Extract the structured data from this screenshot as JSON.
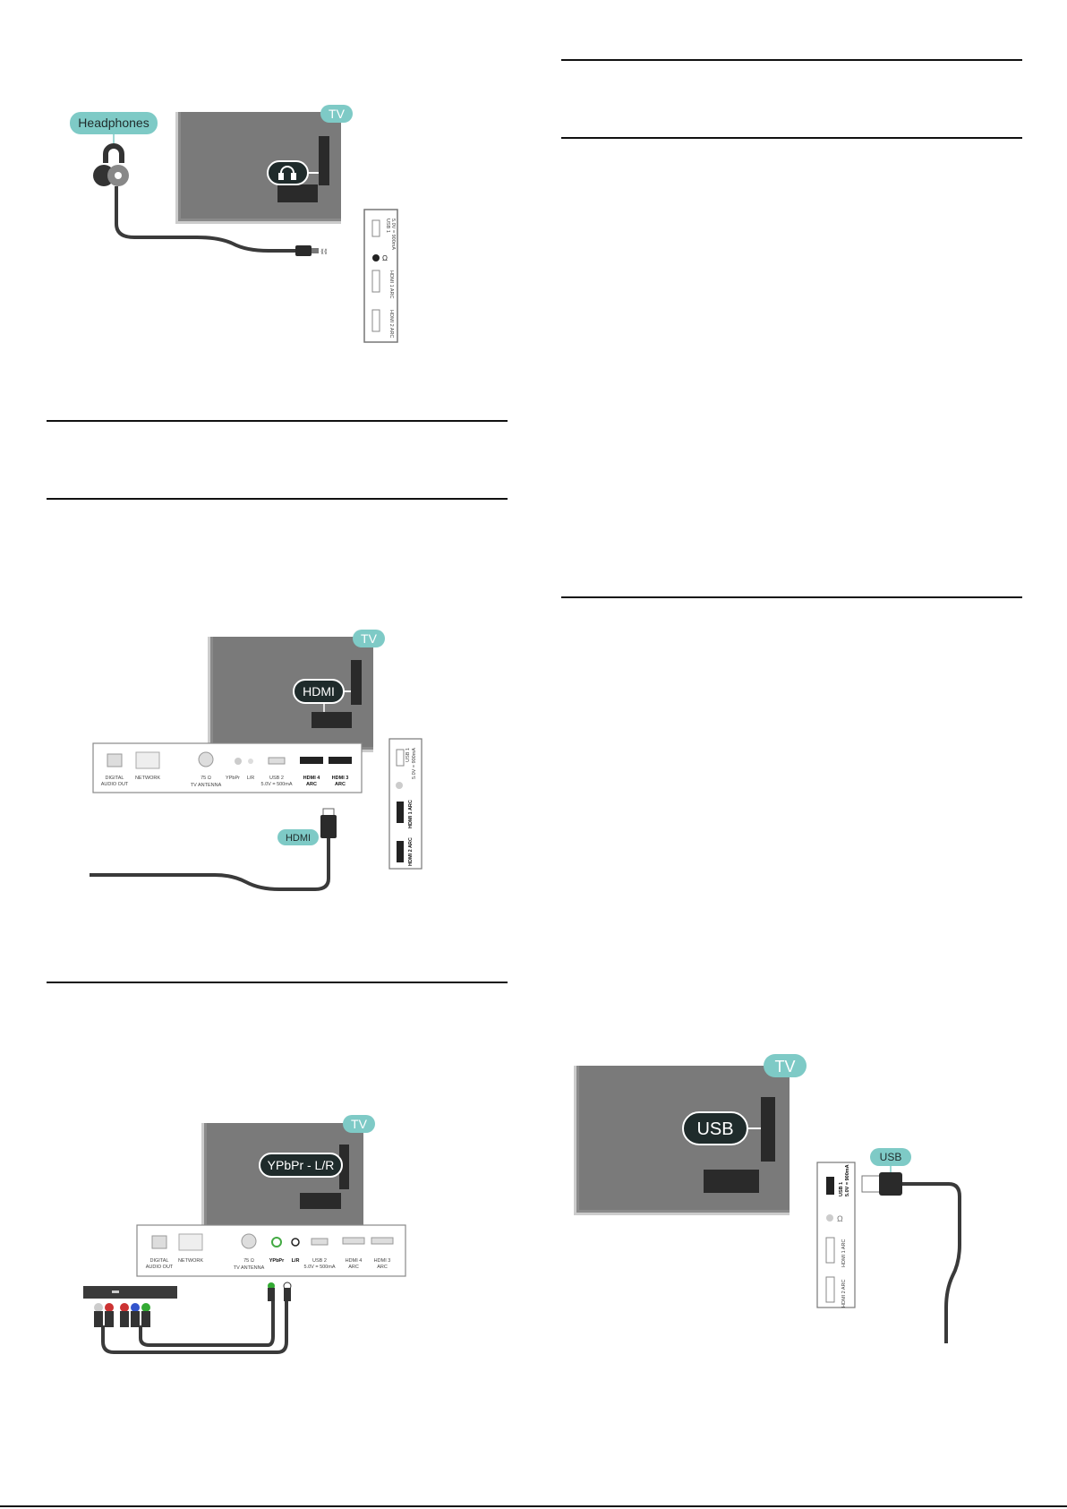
{
  "colors": {
    "tv_gray": "#7a7a7a",
    "label_teal": "#7ecac6",
    "dark_pill": "#1f2b2b",
    "cable": "#3a3a3a"
  },
  "figures": {
    "headphones": {
      "tv_badge": "TV",
      "cable_label": "Headphones",
      "side_ports": [
        "USB 1",
        "5.0V = 900mA",
        "HDMI 1 ARC",
        "HDMI 2 ARC"
      ]
    },
    "hdmi": {
      "tv_badge": "TV",
      "tv_port_label": "HDMI",
      "cable_label": "HDMI",
      "rear_ports": [
        "DIGITAL",
        "AUDIO OUT",
        "NETWORK",
        "75 Ω",
        "TV ANTENNA",
        "YPbPr",
        "L/R",
        "USB 2",
        "5.0V = 500mA",
        "HDMI 4",
        "ARC",
        "HDMI 3",
        "ARC"
      ],
      "side_ports": [
        "USB 1",
        "5.0V = 900mA",
        "HDMI 1 ARC",
        "HDMI 2 ARC"
      ]
    },
    "ypbpr": {
      "tv_badge": "TV",
      "tv_port_label": "YPbPr - L/R",
      "rear_ports": [
        "DIGITAL",
        "AUDIO OUT",
        "NETWORK",
        "75 Ω",
        "TV ANTENNA",
        "YPbPr",
        "L/R",
        "USB 2",
        "5.0V = 500mA",
        "HDMI 4",
        "ARC",
        "HDMI 3",
        "ARC"
      ]
    },
    "usb": {
      "tv_badge": "TV",
      "tv_port_label": "USB",
      "cable_label": "USB",
      "side_ports": [
        "USB 1",
        "5.0V = 900mA",
        "HDMI 1 ARC",
        "HDMI 2 ARC"
      ]
    }
  }
}
